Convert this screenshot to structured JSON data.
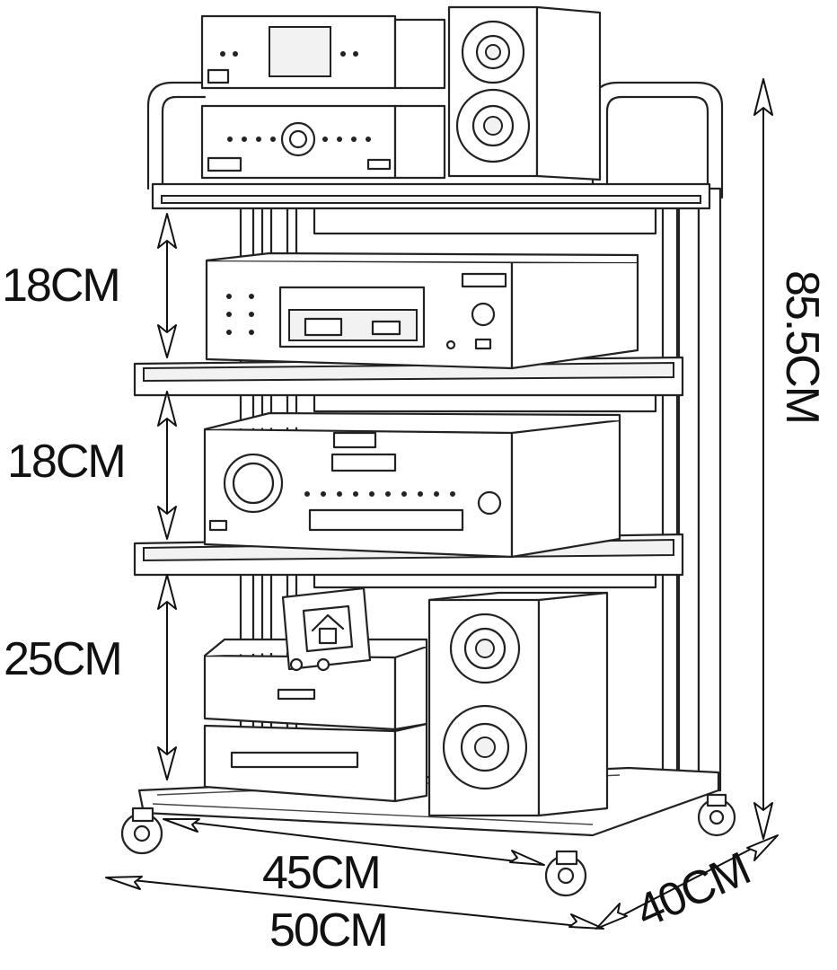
{
  "dimensions": {
    "gap_top": "18CM",
    "gap_middle": "18CM",
    "gap_bottom": "25CM",
    "total_height": "85.5CM",
    "inner_width": "45CM",
    "outer_width": "50CM",
    "depth": "40CM"
  }
}
